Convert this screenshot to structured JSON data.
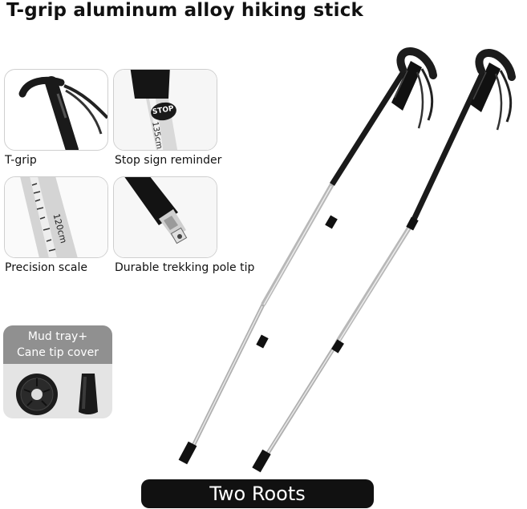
{
  "title": "T-grip aluminum alloy hiking stick",
  "features": [
    {
      "caption": "T-grip",
      "icon": "t-grip-handle-icon"
    },
    {
      "caption": "Stop sign reminder",
      "icon": "stop-sign-icon",
      "badge": "STOP",
      "mark": "135cm"
    },
    {
      "caption": "Precision scale",
      "icon": "scale-icon",
      "mark": "120cm"
    },
    {
      "caption": "Durable trekking pole tip",
      "icon": "pole-tip-icon"
    }
  ],
  "accessories": {
    "line1": "Mud tray+",
    "line2": "Cane tip cover"
  },
  "banner": "Two Roots",
  "colors": {
    "pole_black": "#111111",
    "pole_silver": "#b8b8b8",
    "accessory_header": "#909090",
    "accessory_bg": "#e4e4e4",
    "banner_bg": "#111111"
  }
}
